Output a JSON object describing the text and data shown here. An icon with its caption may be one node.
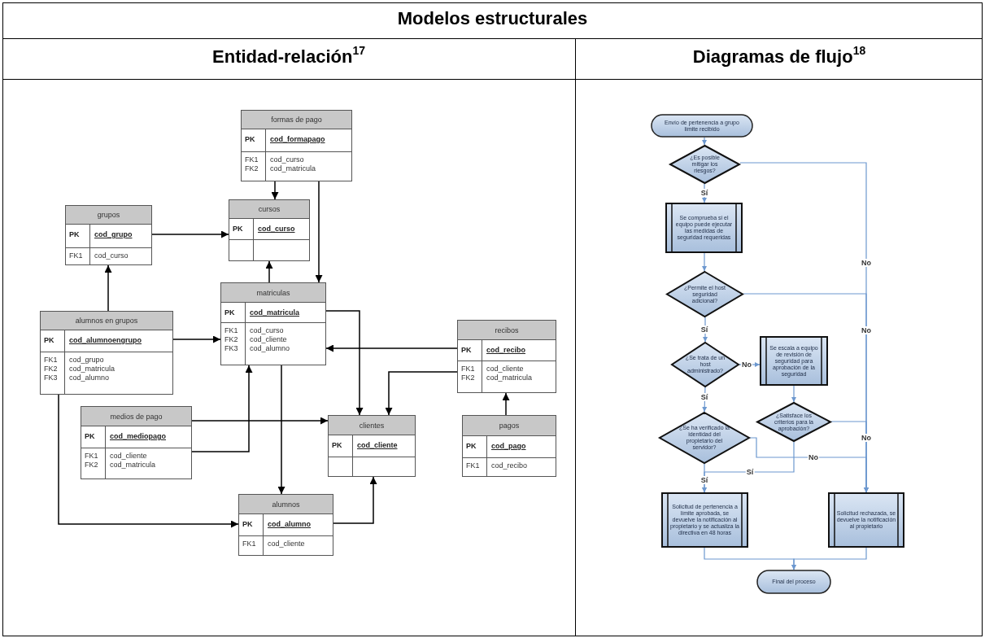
{
  "diagram": {
    "nodes": [
      {
        "text": [
          "formas de pago",
          "PK",
          "cod_formapago",
          "FK1",
          "cod_curso",
          "FK2",
          "cod_matricula"
        ]
      },
      {
        "text": [
          "grupos",
          "PK",
          "cod_grupo",
          "FK1",
          "cod_curso"
        ]
      },
      {
        "text": [
          "cursos",
          "PK",
          "cod_curso"
        ]
      },
      {
        "text": [
          "matriculas",
          "PK",
          "cod_matricula",
          "FK1",
          "cod_curso",
          "FK2",
          "cod_cliente",
          "FK3",
          "cod_alumno"
        ]
      },
      {
        "text": [
          "alumnos en grupos",
          "PK",
          "cod_alumnoengrupo",
          "FK1",
          "cod_grupo",
          "FK2",
          "cod_matricula",
          "FK3",
          "cod_alumno"
        ]
      },
      {
        "text": [
          "recibos",
          "PK",
          "cod_recibo",
          "FK1",
          "cod_cliente",
          "FK2",
          "cod_matricula"
        ]
      },
      {
        "text": [
          "medios de pago",
          "PK",
          "cod_mediopago",
          "FK1",
          "cod_cliente",
          "FK2",
          "cod_matricula"
        ]
      },
      {
        "text": [
          "clientes",
          "PK",
          "cod_cliente"
        ]
      },
      {
        "text": [
          "pagos",
          "PK",
          "cod_pago",
          "FK1",
          "cod_recibo"
        ]
      },
      {
        "text": [
          "alumnos",
          "PK",
          "cod_alumno",
          "FK1",
          "cod_cliente"
        ]
      },
      {
        "text": [
          "Envío de pertenencia a grupo límite recibido"
        ]
      },
      {
        "text": [
          "¿Es posible mitigar los riesgos?"
        ]
      },
      {
        "text": [
          "Se comprueba si el equipo puede ejecutar las medidas de seguridad requeridas"
        ]
      },
      {
        "text": [
          "¿Permite el host seguridad adicional?"
        ]
      },
      {
        "text": [
          "¿Se trata de un host administrado?"
        ]
      },
      {
        "text": [
          "Se escala a equipo de revisión de seguridad para aprobación de la seguridad"
        ]
      },
      {
        "text": [
          "¿Satisface los criterios para la aprobación?"
        ]
      },
      {
        "text": [
          "¿Se ha verificado la identidad del propietario del servidor?"
        ]
      },
      {
        "text": [
          "Solicitud de pertenencia a límite aprobada, se devuelve la notificación al propietario y se actualiza la directiva en 48 horas"
        ]
      },
      {
        "text": [
          "Solicitud rechazada, se devuelve la notificación al propietario"
        ]
      },
      {
        "text": [
          "Final del proceso"
        ]
      }
    ],
    "edges": [
      {
        "from": 0,
        "to": 2,
        "arrow": "to"
      },
      {
        "from": 0,
        "to": 3,
        "arrow": "to"
      },
      {
        "from": 1,
        "to": 2,
        "arrow": "to"
      },
      {
        "from": 3,
        "to": 2,
        "arrow": "to"
      },
      {
        "from": 4,
        "to": 1,
        "arrow": "to"
      },
      {
        "from": 4,
        "to": 3,
        "arrow": "to"
      },
      {
        "from": 3,
        "to": 7,
        "arrow": "to"
      },
      {
        "from": 5,
        "to": 3,
        "arrow": "to"
      },
      {
        "from": 5,
        "to": 7,
        "arrow": "to"
      },
      {
        "from": 6,
        "to": 7,
        "arrow": "to"
      },
      {
        "from": 6,
        "to": 3,
        "arrow": "to"
      },
      {
        "from": 3,
        "to": 9,
        "arrow": "to"
      },
      {
        "from": 8,
        "to": 5,
        "arrow": "to"
      },
      {
        "from": 4,
        "to": 9,
        "arrow": "to"
      },
      {
        "from": 9,
        "to": 7,
        "arrow": "to"
      },
      {
        "from": 10,
        "to": 11,
        "arrow": "to",
        "color": "#6d98cf"
      },
      {
        "from": 11,
        "to": 12,
        "arrow": "to",
        "label": "Sí",
        "color": "#6d98cf"
      },
      {
        "from": 11,
        "to": 19,
        "arrow": "to",
        "label": "No",
        "color": "#6d98cf"
      },
      {
        "from": 12,
        "to": 13,
        "arrow": "to",
        "color": "#6d98cf"
      },
      {
        "from": 13,
        "to": 19,
        "arrow": "to",
        "label": "No",
        "color": "#6d98cf"
      },
      {
        "from": 13,
        "to": 14,
        "arrow": "to",
        "label": "Sí",
        "color": "#6d98cf"
      },
      {
        "from": 14,
        "to": 15,
        "arrow": "to",
        "label": "No",
        "color": "#6d98cf"
      },
      {
        "from": 14,
        "to": 17,
        "arrow": "to",
        "label": "Sí",
        "color": "#6d98cf"
      },
      {
        "from": 15,
        "to": 16,
        "arrow": "to",
        "color": "#6d98cf"
      },
      {
        "from": 16,
        "to": 19,
        "arrow": "to",
        "label": "No",
        "color": "#6d98cf"
      },
      {
        "from": 16,
        "to": 18,
        "arrow": "to",
        "label": "Sí",
        "color": "#6d98cf"
      },
      {
        "from": 17,
        "to": 18,
        "arrow": "to",
        "label": "Sí",
        "color": "#6d98cf"
      },
      {
        "from": 17,
        "to": 19,
        "arrow": "to",
        "label": "No",
        "color": "#6d98cf"
      },
      {
        "from": 18,
        "to": 20,
        "arrow": "to",
        "color": "#6d98cf"
      },
      {
        "from": 19,
        "to": 20,
        "arrow": "to",
        "color": "#6d98cf"
      }
    ],
    "labels": [
      "Modelos estructurales",
      "Entidad-relación$^{17}$",
      "Diagramas de flujo$^{18}$"
    ]
  }
}
